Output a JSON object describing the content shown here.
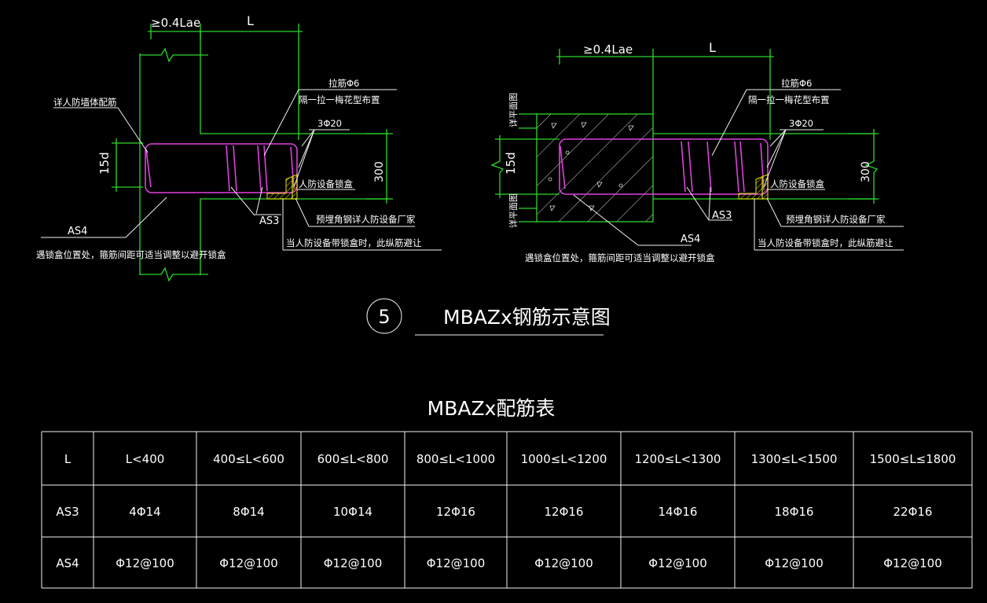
{
  "detail_left": {
    "dim_anchor": "≥0.4Lae",
    "dim_length": "L",
    "dim_15d": "15d",
    "dim_300": "300",
    "label_wall": "详人防墙体配筋",
    "label_tie1": "拉筋Φ6",
    "label_tie2": "隔一拉一梅花型布置",
    "label_bars": "3Φ20",
    "label_lockbox": "人防设备锁盒",
    "label_angle": "预埋角钢详人防设备厂家",
    "label_avoid": "当人防设备带锁盒时，此纵筋避让",
    "label_as3": "AS3",
    "label_as4": "AS4",
    "label_note": "遇锁盒位置处，箍筋间距可适当调整以避开锁盒"
  },
  "detail_right": {
    "dim_anchor": "≥0.4Lae",
    "dim_length": "L",
    "dim_15d": "15d",
    "dim_300": "300",
    "side_top": "详平面图",
    "side_bottom": "详平面图",
    "label_tie1": "拉筋Φ6",
    "label_tie2": "隔一拉一梅花型布置",
    "label_bars": "3Φ20",
    "label_lockbox": "人防设备锁盒",
    "label_angle": "预埋角钢详人防设备厂家",
    "label_avoid": "当人防设备带锁盒时，此纵筋避让",
    "label_as3": "AS3",
    "label_as4": "AS4",
    "label_note": "遇锁盒位置处，箍筋间距可适当调整以避开锁盒"
  },
  "title": {
    "number": "5",
    "text": "MBAZx钢筋示意图"
  },
  "table": {
    "title": "MBAZx配筋表",
    "header": [
      "L",
      "L<400",
      "400≤L<600",
      "600≤L<800",
      "800≤L<1000",
      "1000≤L<1200",
      "1200≤L<1300",
      "1300≤L<1500",
      "1500≤L≤1800"
    ],
    "rows": [
      [
        "AS3",
        "4Φ14",
        "8Φ14",
        "10Φ14",
        "12Φ16",
        "12Φ16",
        "14Φ16",
        "18Φ16",
        "22Φ16"
      ],
      [
        "AS4",
        "Φ12@100",
        "Φ12@100",
        "Φ12@100",
        "Φ12@100",
        "Φ12@100",
        "Φ12@100",
        "Φ12@100",
        "Φ12@100"
      ]
    ]
  },
  "colors": {
    "background": "#000000",
    "wall_outline": "#2bd82b",
    "rebar": "#e040e0",
    "hatch": "#e6e600",
    "text": "#ffffff"
  }
}
